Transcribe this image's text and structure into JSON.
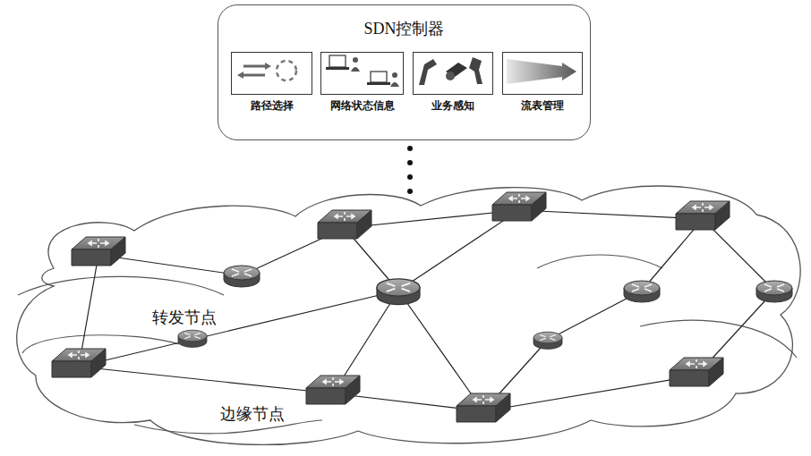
{
  "diagram": {
    "nodes": [
      {
        "text": [
          "SDN控制器"
        ]
      },
      {
        "text": [
          "路径选择"
        ],
        "in": 0
      },
      {
        "text": [
          "网络状态信息"
        ],
        "in": 0
      },
      {
        "text": [
          "业务感知"
        ],
        "in": 0
      },
      {
        "text": [
          "流表管理"
        ],
        "in": 0
      }
    ],
    "labels": [
      "转发节点",
      "边缘节点"
    ]
  }
}
